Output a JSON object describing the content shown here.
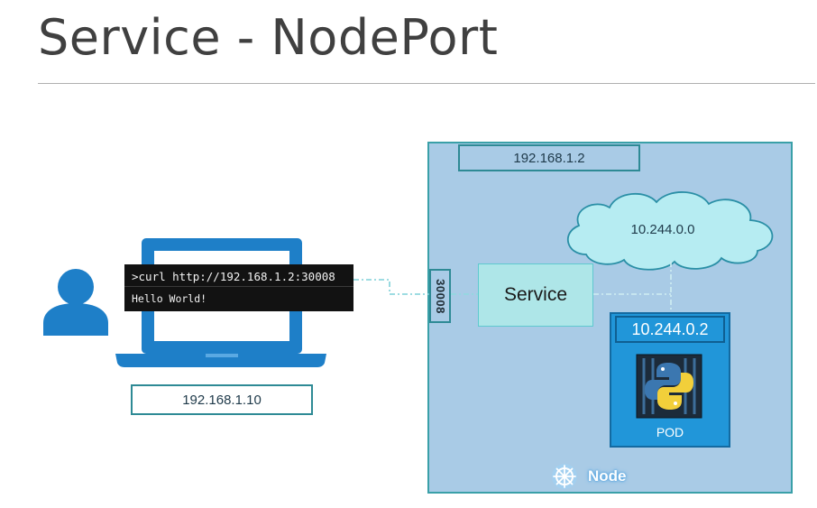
{
  "slide": {
    "title": "Service - NodePort"
  },
  "client": {
    "laptop_ip": "192.168.1.10",
    "terminal": {
      "command": ">curl http://192.168.1.2:30008",
      "output": "Hello World!"
    }
  },
  "node": {
    "ip": "192.168.1.2",
    "label": "Node",
    "node_port": "30008",
    "service_label": "Service",
    "network": "10.244.0.0",
    "pod": {
      "ip": "10.244.0.2",
      "label": "POD"
    }
  },
  "icons": [
    "user-icon",
    "laptop-icon",
    "kubernetes-helm-icon",
    "python-container-icon",
    "cloud-network-icon"
  ],
  "colors": {
    "node_fill": "#a9cbe6",
    "node_border": "#3aa0a8",
    "pod_fill": "#2196d9",
    "service_fill": "#aee6e8",
    "laptop_blue": "#1e7fc8",
    "terminal_bg": "#121212"
  }
}
